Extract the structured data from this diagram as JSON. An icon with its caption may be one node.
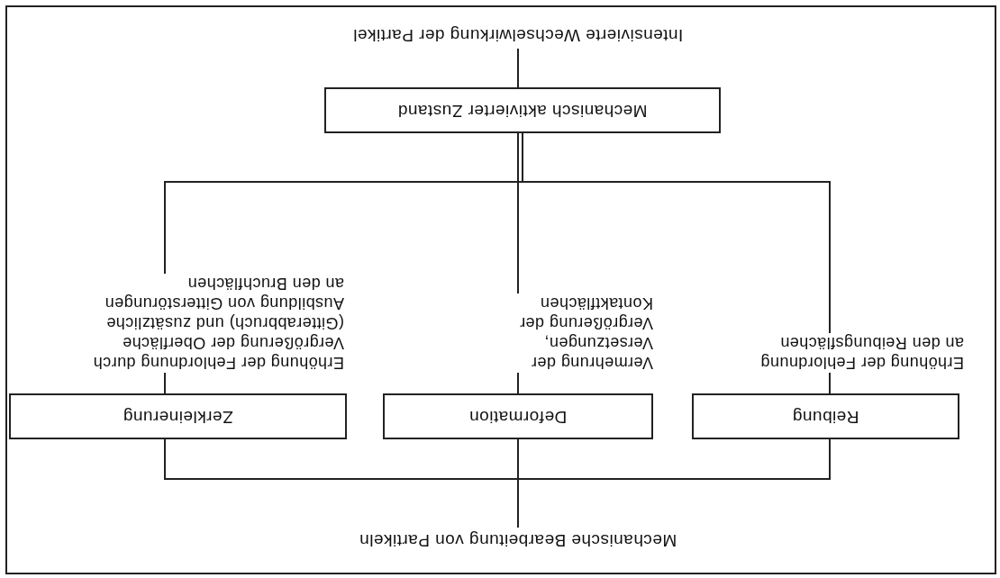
{
  "diagram": {
    "nodes": [
      {
        "text": [
          "Mechanische Bearbeitung von Partikeln"
        ]
      },
      {
        "text": [
          "Reibung"
        ]
      },
      {
        "text": [
          "Deformation"
        ]
      },
      {
        "text": [
          "Zerkleinerung"
        ]
      },
      {
        "text": [
          "Erhöhung der Fehlordnung an den Reibungsflächen"
        ]
      },
      {
        "text": [
          "Vermehrung der Versetzungen, Vergrößerung der Kontaktflächen"
        ]
      },
      {
        "text": [
          "Erhöhung der Fehlordnung durch Vergrößerung der Oberfläche (Gitterabbruch) und zusätzliche Ausbildung von Gitterstörungen an den Bruchflächen"
        ]
      },
      {
        "text": [
          "Mechanisch aktivierter Zustand"
        ]
      },
      {
        "text": [
          "Intensivierte Wechselwirkung der Partikel"
        ]
      }
    ],
    "edges": [
      {
        "from": 0,
        "to": 1,
        "arrow": "none"
      },
      {
        "from": 0,
        "to": 2,
        "arrow": "none"
      },
      {
        "from": 0,
        "to": 3,
        "arrow": "none"
      },
      {
        "from": 1,
        "to": 4,
        "arrow": "none"
      },
      {
        "from": 2,
        "to": 5,
        "arrow": "none"
      },
      {
        "from": 3,
        "to": 6,
        "arrow": "none"
      },
      {
        "from": 4,
        "to": 7,
        "arrow": "none"
      },
      {
        "from": 5,
        "to": 7,
        "arrow": "none"
      },
      {
        "from": 6,
        "to": 7,
        "arrow": "none"
      },
      {
        "from": 7,
        "to": 8,
        "arrow": "none"
      }
    ]
  }
}
